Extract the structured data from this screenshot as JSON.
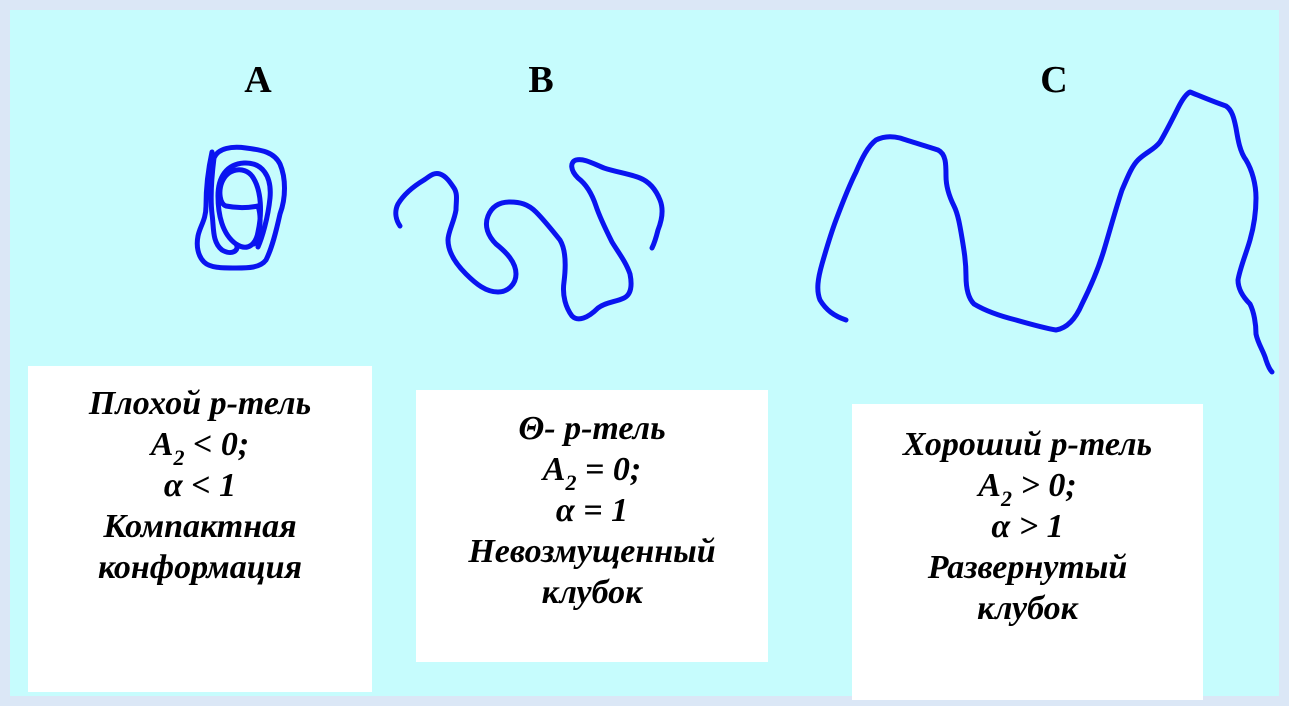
{
  "letters": {
    "a": "A",
    "b": "B",
    "c": "C"
  },
  "boxes": {
    "a": {
      "solvent": "Плохой р-тель",
      "a2_sym": "A",
      "a2_sub": "2",
      "a2_rel": " < 0;",
      "alpha": "α < 1",
      "conf_1": "Компактная",
      "conf_2": "конформация"
    },
    "b": {
      "solvent": "Θ- р-тель",
      "a2_sym": "A",
      "a2_sub": "2",
      "a2_rel": " = 0;",
      "alpha": "α = 1",
      "conf_1": "Невозмущенный",
      "conf_2": "клубок"
    },
    "c": {
      "solvent": "Хороший р-тель",
      "a2_sym": "A",
      "a2_sub": "2",
      "a2_rel": " > 0;",
      "alpha": "α > 1",
      "conf_1": "Развернутый",
      "conf_2": "клубок"
    }
  },
  "colors": {
    "background": "#c6fcfd",
    "frame": "#dbe7f6",
    "coil_stroke": "#0a14f0",
    "box_fill": "#ffffff"
  }
}
